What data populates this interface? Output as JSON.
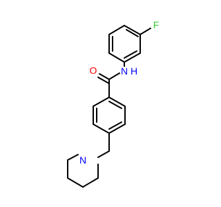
{
  "molecule": {
    "atoms": {
      "fluorine": {
        "symbol": "F",
        "color": "#33cc33"
      },
      "nitrogen_amide": {
        "symbol": "N",
        "color": "#0000ff"
      },
      "hydrogen_amide": {
        "symbol": "H",
        "color": "#0000ff"
      },
      "oxygen_carbonyl": {
        "symbol": "O",
        "color": "#ff0000"
      },
      "nitrogen_piperidine": {
        "symbol": "N",
        "color": "#0000ff"
      }
    }
  }
}
